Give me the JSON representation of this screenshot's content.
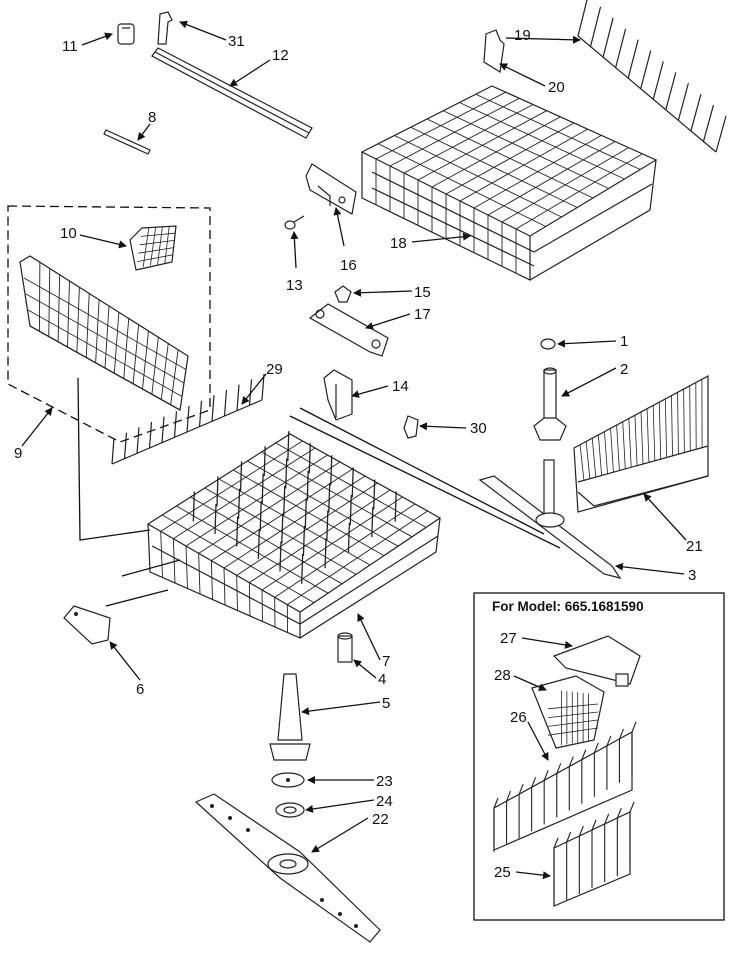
{
  "model_box": {
    "title": "For Model: 665.1681590"
  },
  "callouts": {
    "c1": "1",
    "c2": "2",
    "c3": "3",
    "c4": "4",
    "c5": "5",
    "c6": "6",
    "c7": "7",
    "c8": "8",
    "c9": "9",
    "c10": "10",
    "c11": "11",
    "c12": "12",
    "c13": "13",
    "c14": "14",
    "c15": "15",
    "c16": "16",
    "c17": "17",
    "c18": "18",
    "c19": "19",
    "c20": "20",
    "c21": "21",
    "c22": "22",
    "c23": "23",
    "c24": "24",
    "c25": "25",
    "c26": "26",
    "c27": "27",
    "c28": "28",
    "c29": "29",
    "c30": "30",
    "c31": "31"
  }
}
